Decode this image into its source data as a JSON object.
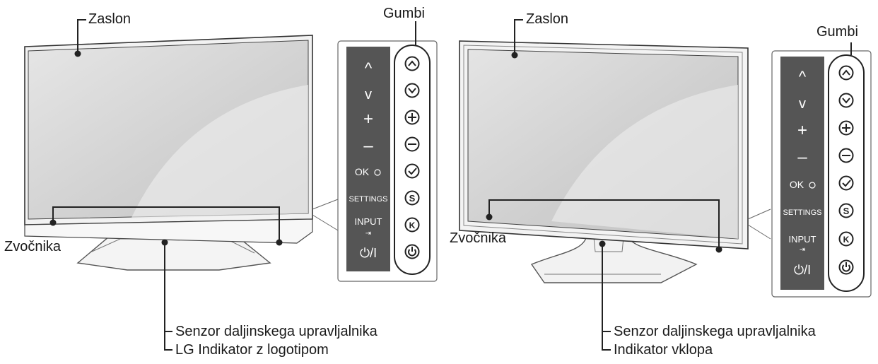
{
  "left_tv": {
    "label_screen": "Zaslon",
    "label_buttons": "Gumbi",
    "label_speakers": "Zvočnika",
    "label_sensor": "Senzor daljinskega upravljalnika",
    "label_indicator": "LG Indikator z logotipom"
  },
  "right_tv": {
    "label_screen": "Zaslon",
    "label_buttons": "Gumbi",
    "label_speakers": "Zvočnika",
    "label_sensor": "Senzor daljinskega upravljalnika",
    "label_indicator": "Indikator vklopa"
  },
  "button_panel": {
    "up": "^",
    "down": "v",
    "plus": "+",
    "minus": "–",
    "ok": "OK",
    "settings": "SETTINGS",
    "input": "INPUT",
    "power": "⏻/I",
    "settings_icon": "S",
    "input_icon": "K"
  },
  "icons": [
    "chevron-up-icon",
    "chevron-down-icon",
    "plus-icon",
    "minus-icon",
    "check-icon",
    "settings-icon",
    "input-icon",
    "power-icon"
  ]
}
